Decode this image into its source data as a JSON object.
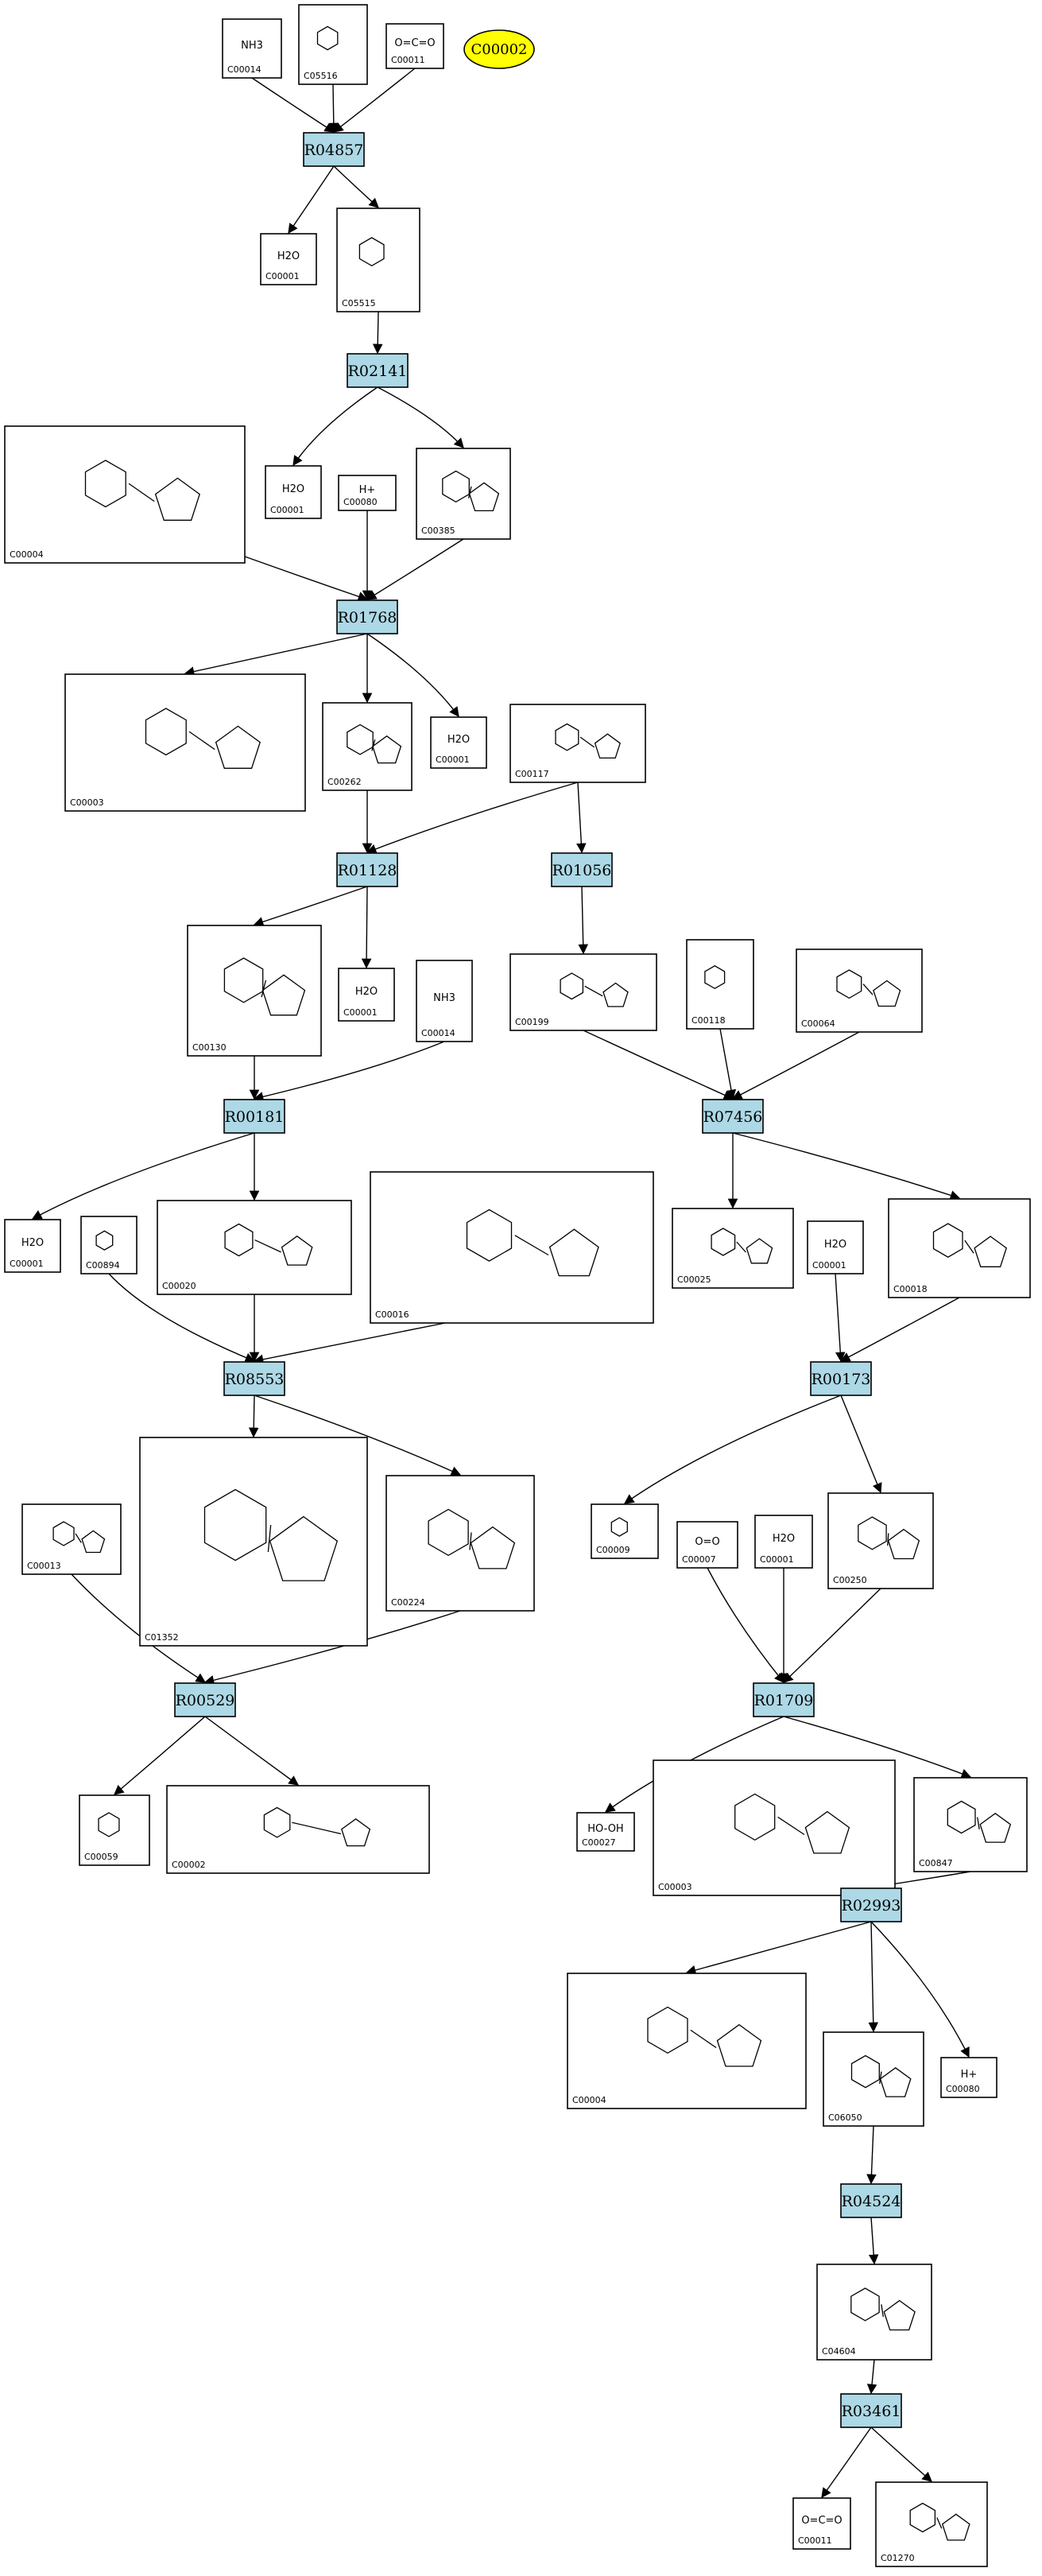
{
  "highlight": {
    "label": "C00002",
    "color": "#ffff00"
  },
  "colors": {
    "reaction_fill": "#add8e6",
    "compound_fill": "#ffffff",
    "stroke": "#000000"
  },
  "reactions": [
    {
      "id": "r1",
      "label": "R04857"
    },
    {
      "id": "r2",
      "label": "R02141"
    },
    {
      "id": "r3",
      "label": "R01768"
    },
    {
      "id": "r4",
      "label": "R01128"
    },
    {
      "id": "r5",
      "label": "R01056"
    },
    {
      "id": "r6",
      "label": "R00181"
    },
    {
      "id": "r7",
      "label": "R07456"
    },
    {
      "id": "r8",
      "label": "R08553"
    },
    {
      "id": "r9",
      "label": "R00173"
    },
    {
      "id": "r10",
      "label": "R00529"
    },
    {
      "id": "r11",
      "label": "R01709"
    },
    {
      "id": "r12",
      "label": "R02993"
    },
    {
      "id": "r13",
      "label": "R04524"
    },
    {
      "id": "r14",
      "label": "R03461"
    }
  ],
  "compounds": [
    {
      "id": "c1",
      "label": "C00014",
      "formula": "NH3"
    },
    {
      "id": "c2",
      "label": "C05516",
      "formula": ""
    },
    {
      "id": "c3",
      "label": "C00011",
      "formula": "O=C=O"
    },
    {
      "id": "c4",
      "label": "C00001",
      "formula": "H2O"
    },
    {
      "id": "c5",
      "label": "C05515",
      "formula": ""
    },
    {
      "id": "c6",
      "label": "C00004",
      "formula": ""
    },
    {
      "id": "c7",
      "label": "C00001",
      "formula": "H2O"
    },
    {
      "id": "c8",
      "label": "C00080",
      "formula": "H+"
    },
    {
      "id": "c9",
      "label": "C00385",
      "formula": ""
    },
    {
      "id": "c10",
      "label": "C00003",
      "formula": ""
    },
    {
      "id": "c11",
      "label": "C00262",
      "formula": ""
    },
    {
      "id": "c12",
      "label": "C00001",
      "formula": "H2O"
    },
    {
      "id": "c13",
      "label": "C00117",
      "formula": ""
    },
    {
      "id": "c14",
      "label": "C00130",
      "formula": ""
    },
    {
      "id": "c15",
      "label": "C00001",
      "formula": "H2O"
    },
    {
      "id": "c16",
      "label": "C00014",
      "formula": "NH3"
    },
    {
      "id": "c17",
      "label": "C00199",
      "formula": ""
    },
    {
      "id": "c18",
      "label": "C00118",
      "formula": ""
    },
    {
      "id": "c19",
      "label": "C00064",
      "formula": ""
    },
    {
      "id": "c20",
      "label": "C00001",
      "formula": "H2O"
    },
    {
      "id": "c21",
      "label": "C00894",
      "formula": ""
    },
    {
      "id": "c22",
      "label": "C00020",
      "formula": ""
    },
    {
      "id": "c23",
      "label": "C00016",
      "formula": ""
    },
    {
      "id": "c24",
      "label": "C00025",
      "formula": ""
    },
    {
      "id": "c25",
      "label": "C00001",
      "formula": "H2O"
    },
    {
      "id": "c26",
      "label": "C00018",
      "formula": ""
    },
    {
      "id": "c27",
      "label": "C00013",
      "formula": ""
    },
    {
      "id": "c28",
      "label": "C01352",
      "formula": ""
    },
    {
      "id": "c29",
      "label": "C00224",
      "formula": ""
    },
    {
      "id": "c30",
      "label": "C00009",
      "formula": ""
    },
    {
      "id": "c31",
      "label": "C00007",
      "formula": "O=O"
    },
    {
      "id": "c32",
      "label": "C00001",
      "formula": "H2O"
    },
    {
      "id": "c33",
      "label": "C00250",
      "formula": ""
    },
    {
      "id": "c34",
      "label": "C00059",
      "formula": ""
    },
    {
      "id": "c35",
      "label": "C00002",
      "formula": ""
    },
    {
      "id": "c36",
      "label": "C00027",
      "formula": "HO-OH"
    },
    {
      "id": "c37",
      "label": "C00003",
      "formula": ""
    },
    {
      "id": "c38",
      "label": "C00847",
      "formula": ""
    },
    {
      "id": "c39",
      "label": "C00004",
      "formula": ""
    },
    {
      "id": "c40",
      "label": "C06050",
      "formula": ""
    },
    {
      "id": "c41",
      "label": "C00080",
      "formula": "H+"
    },
    {
      "id": "c42",
      "label": "C04604",
      "formula": ""
    },
    {
      "id": "c43",
      "label": "C00011",
      "formula": "O=C=O"
    },
    {
      "id": "c44",
      "label": "C01270",
      "formula": ""
    }
  ]
}
